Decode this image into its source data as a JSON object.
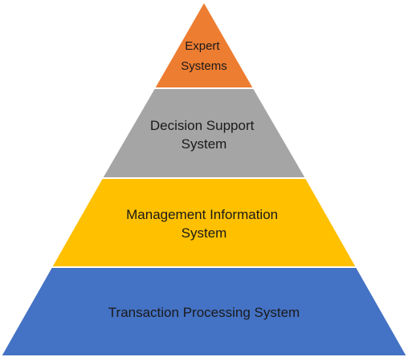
{
  "diagram": {
    "tiers": [
      {
        "id": "expert-systems",
        "lines": [
          "Expert",
          "Systems"
        ],
        "color": "#ED7D31"
      },
      {
        "id": "decision-support-system",
        "lines": [
          "Decision Support",
          "System"
        ],
        "color": "#A5A5A5"
      },
      {
        "id": "management-information-system",
        "lines": [
          "Management Information",
          "System"
        ],
        "color": "#FFC000"
      },
      {
        "id": "transaction-processing-system",
        "lines": [
          "Transaction Processing System"
        ],
        "color": "#4472C4"
      }
    ]
  }
}
